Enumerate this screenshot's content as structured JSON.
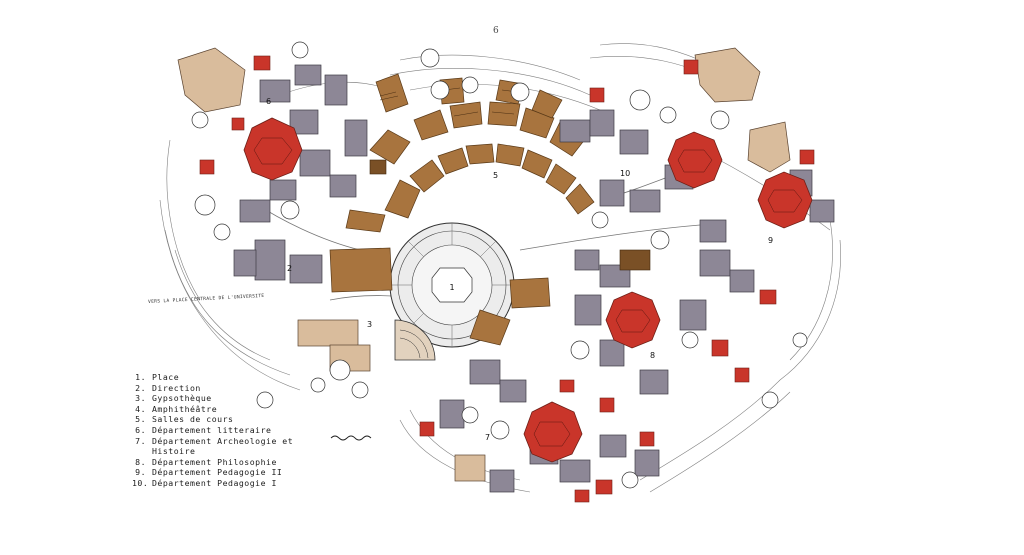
{
  "page_number": "6",
  "axis_note": "VERS LA PLACE CENTRALE DE L'UNIVERSITE",
  "colors": {
    "paper": "#ffffff",
    "brown": "#a8743e",
    "brown_dark": "#7a5026",
    "grey_purple": "#8d8796",
    "red": "#c9352a",
    "red_dark": "#8e2a22",
    "beige": "#d9bc9c",
    "ink": "#1d1d1d"
  },
  "map_labels": {
    "n1": "1",
    "n2": "2",
    "n3": "3",
    "n5": "5",
    "n6": "6",
    "n7": "7",
    "n8": "8",
    "n9": "9",
    "n10": "10"
  },
  "legend": [
    {
      "num": "1.",
      "label": "Place"
    },
    {
      "num": "2.",
      "label": "Direction"
    },
    {
      "num": "3.",
      "label": "Gypsothèque"
    },
    {
      "num": "4.",
      "label": "Amphithéâtre"
    },
    {
      "num": "5.",
      "label": "Salles de cours"
    },
    {
      "num": "6.",
      "label": "Département litteraire"
    },
    {
      "num": "7.",
      "label": "Département Archeologie et",
      "cont": "Histoire"
    },
    {
      "num": "8.",
      "label": "Département Philosophie"
    },
    {
      "num": "9.",
      "label": "Département Pedagogie II"
    },
    {
      "num": "10.",
      "label": "Département Pedagogie I"
    }
  ]
}
